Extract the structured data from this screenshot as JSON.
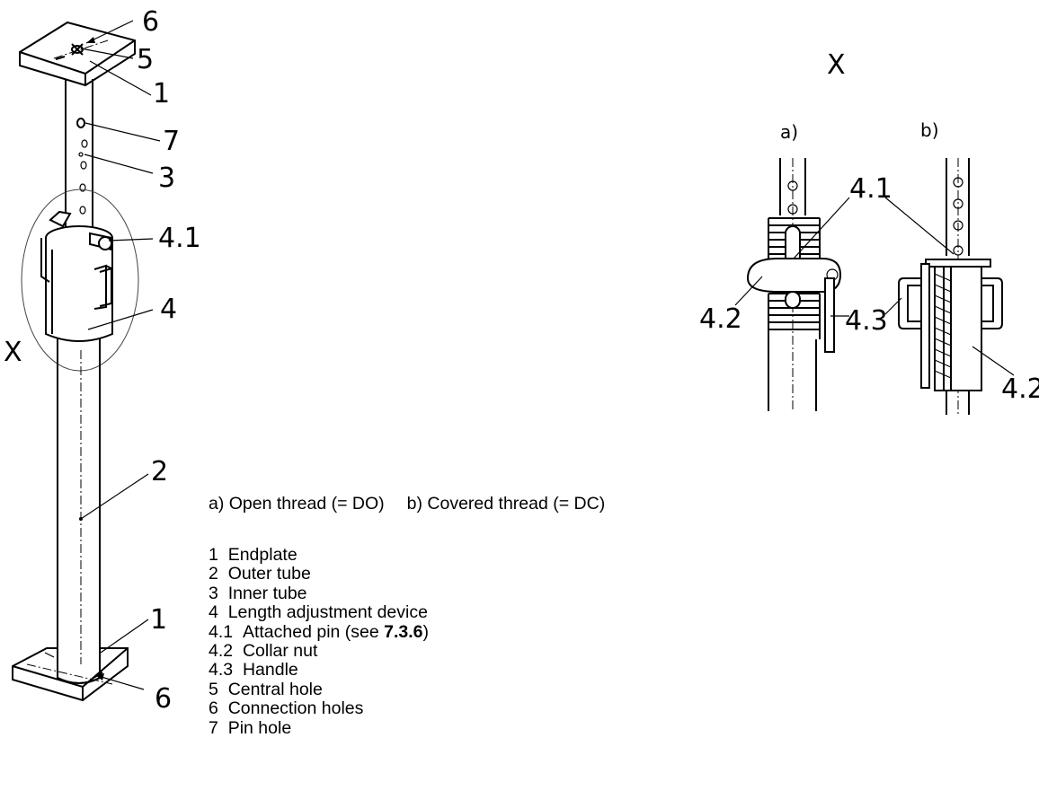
{
  "figure": {
    "callouts": {
      "c6_top": "6",
      "c5": "5",
      "c1_top": "1",
      "c7": "7",
      "c3": "3",
      "c41_left": "4.1",
      "c4": "4",
      "cX_left": "X",
      "c2": "2",
      "c1_bottom": "1",
      "c6_bottom": "6",
      "cX_detail": "X",
      "ca": "a)",
      "cb": "b)",
      "c41_detail": "4.1",
      "c42_a": "4.2",
      "c43": "4.3",
      "c42_b": "4.2"
    }
  },
  "captions": {
    "a": "a)  Open thread (= DO)",
    "b": "b)  Covered thread (= DC)"
  },
  "legend": [
    {
      "num": "1",
      "text": "Endplate"
    },
    {
      "num": "2",
      "text": "Outer tube"
    },
    {
      "num": "3",
      "text": "Inner tube"
    },
    {
      "num": "4",
      "text": "Length adjustment device"
    },
    {
      "num": "4.1",
      "text": "Attached pin (see ",
      "ref": "7.3.6",
      "suffix": ")"
    },
    {
      "num": "4.2",
      "text": "Collar nut"
    },
    {
      "num": "4.3",
      "text": "Handle"
    },
    {
      "num": "5",
      "text": "Central hole"
    },
    {
      "num": "6",
      "text": "Connection holes"
    },
    {
      "num": "7",
      "text": "Pin hole"
    }
  ]
}
